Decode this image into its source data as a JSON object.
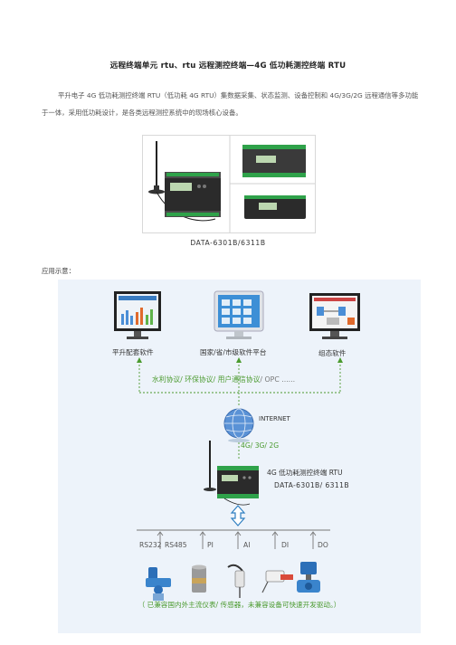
{
  "title": "远程终端单元 rtu、rtu 远程测控终端—4G 低功耗测控终端 RTU",
  "intro": "平升电子 4G 低功耗测控终端 RTU（低功耗 4G RTU）集数据采集、状态监测、设备控制和 4G/3G/2G 远程通信等多功能于一体，采用低功耗设计，是各类远程测控系统中的现场核心设备。",
  "photo_caption": "DATA-6301B/6311B",
  "section_label": "应用示意：",
  "diagram": {
    "software": [
      {
        "label": "平升配套软件"
      },
      {
        "label": "国家/省/市级软件平台"
      },
      {
        "label": "组态软件"
      }
    ],
    "protocols_green": "水利协议/ 环保协议/  用户通信协议",
    "protocols_grey": "/ OPC ......",
    "internet_label": "INTERNET",
    "network_label": "4G/ 3G/ 2G",
    "device_name": "4G 低功耗测控终端 RTU",
    "device_model": "DATA-6301B/ 6311B",
    "interfaces": [
      "RS232",
      "RS485",
      "PI",
      "AI",
      "DI",
      "DO"
    ],
    "footer": "（ 已兼容国内外主流仪表/ 传感器，未兼容设备可快速开发驱动。）"
  },
  "colors": {
    "green": "#4a9a2e",
    "panel": "#edf3fa",
    "arrow": "#2f7fc1"
  }
}
